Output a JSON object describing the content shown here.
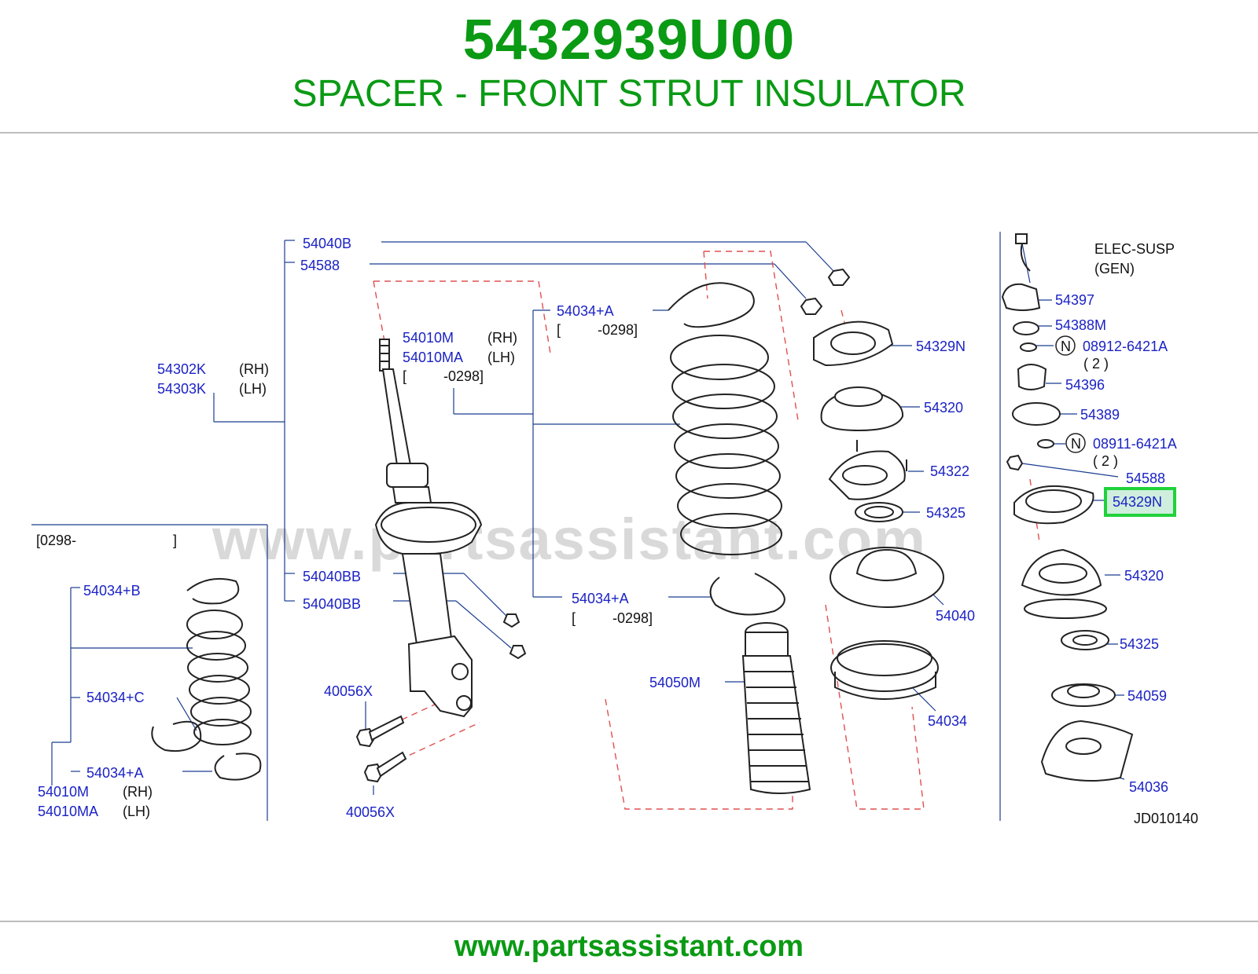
{
  "header": {
    "part_number": "5432939U00",
    "description": "SPACER - FRONT STRUT INSULATOR"
  },
  "footer": {
    "url": "www.partsassistant.com"
  },
  "watermark": "www.partsassistant.com",
  "diagram": {
    "code": "JD010140",
    "elec_susp_line1": "ELEC-SUSP",
    "elec_susp_line2": "(GEN)",
    "range_0298_open": "[0298-",
    "range_0298_close": "]",
    "bracket_open": "[",
    "range_close_0298": "-0298]",
    "rh": "(RH)",
    "lh": "(LH)",
    "n_marker": "N",
    "qty_2": "( 2 )",
    "highlight_color": "#1fd23a",
    "labels": {
      "p54040B": "54040B",
      "p54588_top": "54588",
      "p54034A_top": "54034+A",
      "p54010M_mid": "54010M",
      "p54010MA_mid": "54010MA",
      "p54302K": "54302K",
      "p54303K": "54303K",
      "p54040BB_1": "54040BB",
      "p54040BB_2": "54040BB",
      "p54034A_mid": "54034+A",
      "p40056X_1": "40056X",
      "p40056X_2": "40056X",
      "p54050M": "54050M",
      "p54329N_mid": "54329N",
      "p54320_mid": "54320",
      "p54322": "54322",
      "p54325_mid": "54325",
      "p54040": "54040",
      "p54034": "54034",
      "p54034B": "54034+B",
      "p54034C": "54034+C",
      "p54034A_left": "54034+A",
      "p54010M_left": "54010M",
      "p54010MA_left": "54010MA",
      "p54397": "54397",
      "p54388M": "54388M",
      "p08912": "08912-6421A",
      "p54396": "54396",
      "p54389": "54389",
      "p08911": "08911-6421A",
      "p54588_right": "54588",
      "p54329N_right": "54329N",
      "p54320_right": "54320",
      "p54325_right": "54325",
      "p54059": "54059",
      "p54036": "54036"
    }
  }
}
